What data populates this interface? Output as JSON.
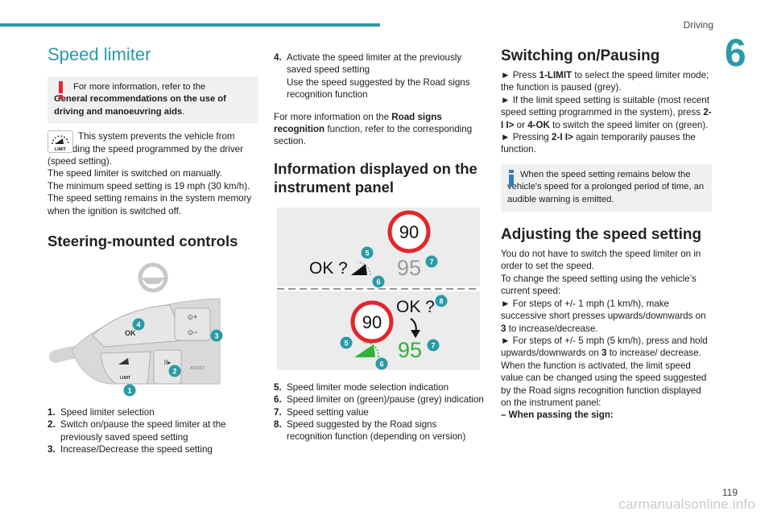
{
  "header": {
    "section": "Driving",
    "chapter": "6",
    "page_number": "119",
    "watermark": "carmanualsonline.info"
  },
  "col1": {
    "title": "Speed limiter",
    "warning_prefix": "For more information, refer to the",
    "warning_bold": "General recommendations on the use of driving and manoeuvring aids",
    "warning_suffix": ".",
    "limit_icon_label": "LIMIT",
    "intro": "This system prevents the vehicle from exceeding the speed programmed by the driver (speed setting).",
    "p_manual": "The speed limiter is switched on manually.",
    "p_min": "The minimum speed setting is 19 mph (30 km/h).",
    "p_memory": "The speed setting remains in the system memory when the ignition is switched off.",
    "controls_title": "Steering-mounted controls",
    "illus": {
      "ok": "OK",
      "limit": "LIMIT",
      "assist": "ASSIST",
      "callouts": [
        "1",
        "2",
        "3",
        "4"
      ]
    },
    "list": [
      {
        "n": "1.",
        "t": "Speed limiter selection"
      },
      {
        "n": "2.",
        "t": "Switch on/pause the speed limiter at the previously saved speed setting"
      },
      {
        "n": "3.",
        "t": "Increase/Decrease the speed setting"
      }
    ]
  },
  "col2": {
    "item4_n": "4.",
    "item4_t": "Activate the speed limiter at the previously saved speed setting",
    "item4_t2": "Use the speed suggested by the Road signs recognition function",
    "more_prefix": "For more information on the ",
    "more_bold": "Road signs recognition",
    "more_suffix": " function, refer to the corresponding section.",
    "info_title": "Information displayed on the instrument panel",
    "display1": {
      "sign": "90",
      "ok": "OK ?",
      "speed": "95",
      "callouts": [
        "5",
        "6",
        "7"
      ]
    },
    "display2": {
      "sign": "90",
      "ok": "OK ?",
      "speed": "95",
      "callouts": [
        "8",
        "5",
        "6",
        "7"
      ]
    },
    "list": [
      {
        "n": "5.",
        "t": "Speed limiter mode selection indication"
      },
      {
        "n": "6.",
        "t": "Speed limiter on (green)/pause (grey) indication"
      },
      {
        "n": "7.",
        "t": "Speed setting value"
      },
      {
        "n": "8.",
        "t": "Speed suggested by the Road signs recognition function (depending on version)"
      }
    ]
  },
  "col3": {
    "switch_title": "Switching on/Pausing",
    "s1_a": "► Press ",
    "s1_b": "1-LIMIT",
    "s1_c": " to select the speed limiter mode; the function is paused (grey).",
    "s2_a": "► If the limit speed setting is suitable (most recent speed setting programmed in the system), press ",
    "s2_b": "2-I I>",
    "s2_c": " or ",
    "s2_d": "4-OK",
    "s2_e": " to switch the speed limiter on (green).",
    "s3_a": "► Pressing ",
    "s3_b": "2-I I>",
    "s3_c": " again temporarily pauses the function.",
    "info_note": "When the speed setting remains below the vehicle's speed for a prolonged period of time, an audible warning is emitted.",
    "adjust_title": "Adjusting the speed setting",
    "a1": "You do not have to switch the speed limiter on in order to set the speed.",
    "a2": "To change the speed setting using the vehicle’s current speed:",
    "a3_a": "► For steps of +/- 1 mph (1 km/h), make successive short presses upwards/downwards on ",
    "a3_b": "3",
    "a3_c": " to increase/decrease.",
    "a4_a": "► For steps of +/- 5 mph (5 km/h), press and hold upwards/downwards on ",
    "a4_b": "3",
    "a4_c": " to increase/ decrease.",
    "a5": "When the function is activated, the limit speed value can be changed using the speed suggested by the Road signs recognition function displayed on the instrument panel:",
    "a6": "– When passing the sign:"
  }
}
